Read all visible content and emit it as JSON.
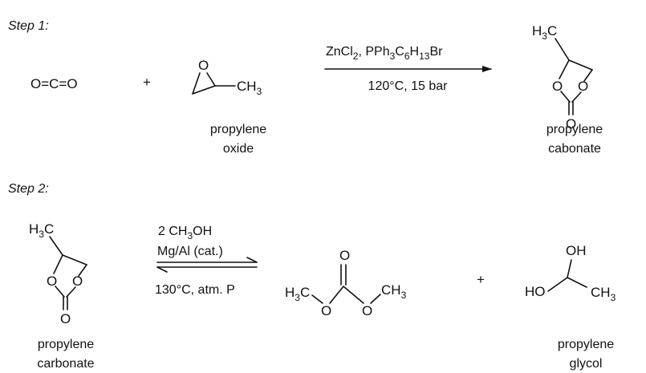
{
  "step1": {
    "label": "Step 1:",
    "reactant1": "O=C=O",
    "plus": "+",
    "reactant2": {
      "O": "O",
      "CH3": "CH",
      "CH3_sub": "3",
      "name_line1": "propylene",
      "name_line2": "oxide"
    },
    "conditions": {
      "above": {
        "a": "ZnCl",
        "a_sub": "2",
        "b": ", PPh",
        "b_sub": "3",
        "c": "C",
        "c_sub": "6",
        "d": "H",
        "d_sub": "13",
        "e": "Br"
      },
      "below": "120°C, 15 bar"
    },
    "product": {
      "H3C": "H",
      "H3C_sub": "3",
      "H3C_tail": "C",
      "O_ring_left": "O",
      "O_ring_right": "O",
      "O_carbonyl": "O",
      "name_line1": "propylene",
      "name_line2": "cabonate"
    }
  },
  "step2": {
    "label": "Step 2:",
    "reactant": {
      "H3C": "H",
      "H3C_sub": "3",
      "H3C_tail": "C",
      "O_ring_left": "O",
      "O_ring_right": "O",
      "O_carbonyl": "O",
      "name_line1": "propylene",
      "name_line2": "carbonate"
    },
    "conditions": {
      "line1": {
        "a": "2 CH",
        "a_sub": "3",
        "b": "OH"
      },
      "line2": "Mg/Al (cat.)",
      "below": "130°C, atm. P"
    },
    "product1": {
      "H3C": "H",
      "H3C_sub": "3",
      "H3C_tail": "C",
      "O_left": "O",
      "O_right": "O",
      "O_carbonyl": "O",
      "CH3": "CH",
      "CH3_sub": "3"
    },
    "plus": "+",
    "product2": {
      "OH": "OH",
      "HO": "HO",
      "CH3": "CH",
      "CH3_sub": "3",
      "name_line1": "propylene",
      "name_line2": "glycol"
    }
  }
}
